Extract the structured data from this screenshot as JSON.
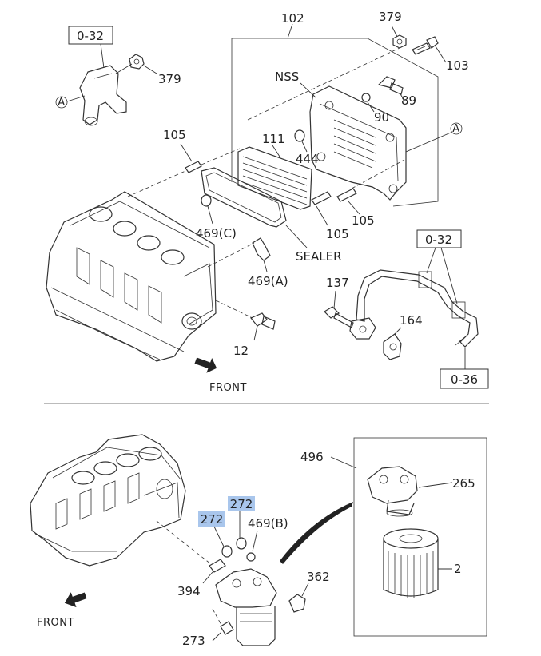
{
  "callouts": {
    "l102": "102",
    "l379a": "379",
    "l379b": "379",
    "l103": "103",
    "l89": "89",
    "l90": "90",
    "lnss": "NSS",
    "l111": "111",
    "l444": "444",
    "l105a": "105",
    "l105b": "105",
    "l105c": "105",
    "l469c": "469(C)",
    "lsealer": "SEALER",
    "l469a": "469(A)",
    "l137": "137",
    "l164": "164",
    "l12": "12",
    "lfront1": "FRONT",
    "l496": "496",
    "l265": "265",
    "l2": "2",
    "l272a": "272",
    "l272b": "272",
    "l469b": "469(B)",
    "l394": "394",
    "l362": "362",
    "l273": "273",
    "lfront2": "FRONT"
  },
  "refs": {
    "r032a": "0-32",
    "r032b": "0-32",
    "r036": "0-36",
    "cA1": "A",
    "cA2": "A"
  },
  "colors": {
    "highlight": "#a9c6ec",
    "ink": "#333333"
  }
}
